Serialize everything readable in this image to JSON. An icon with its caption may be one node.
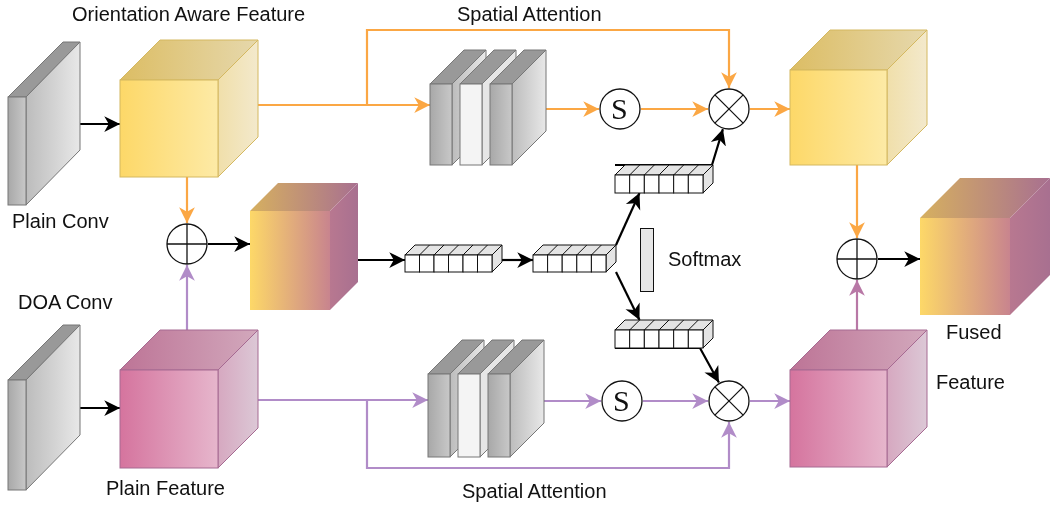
{
  "diagram": {
    "nodes": [
      {
        "text": [
          "Plain Conv"
        ]
      },
      {
        "text": [
          "Orientation Aware Feature"
        ]
      },
      {
        "text": [],
        "shape": "box"
      },
      {
        "text": [
          "S"
        ]
      },
      {
        "text": [],
        "shape": "circle"
      },
      {
        "text": [],
        "shape": "box"
      },
      {
        "text": [],
        "shape": "circle"
      },
      {
        "text": [],
        "shape": "box"
      },
      {
        "text": [],
        "shape": "bar"
      },
      {
        "text": [],
        "shape": "bar"
      },
      {
        "text": [],
        "shape": "bar"
      },
      {
        "text": [],
        "shape": "bar",
        "beside": [
          "Softmax"
        ]
      },
      {
        "text": [],
        "shape": "bar"
      },
      {
        "text": [
          "DOA Conv"
        ]
      },
      {
        "text": [
          "Plain Feature"
        ]
      },
      {
        "text": [],
        "shape": "box"
      },
      {
        "text": [
          "S"
        ]
      },
      {
        "text": [],
        "shape": "circle"
      },
      {
        "text": [],
        "shape": "box"
      },
      {
        "text": [],
        "shape": "circle"
      },
      {
        "text": [
          "Fused",
          "Feature"
        ]
      }
    ],
    "edges": [
      {
        "from": 0,
        "to": 1,
        "arrow": "to"
      },
      {
        "from": 1,
        "to": 6,
        "arrow": "to",
        "color": "#fba744"
      },
      {
        "from": 6,
        "to": 7,
        "arrow": "to"
      },
      {
        "from": 14,
        "to": 6,
        "arrow": "to",
        "color": "#b18cc8"
      },
      {
        "from": 7,
        "to": 8,
        "arrow": "to"
      },
      {
        "from": 8,
        "to": 9,
        "arrow": "to"
      },
      {
        "from": 9,
        "to": 10,
        "arrow": "to"
      },
      {
        "from": 9,
        "to": 12,
        "arrow": "to"
      },
      {
        "from": 10,
        "to": 4,
        "arrow": "to"
      },
      {
        "from": 12,
        "to": 17,
        "arrow": "to"
      },
      {
        "from": 1,
        "to": 2,
        "arrow": "to",
        "color": "#fba744"
      },
      {
        "from": 1,
        "to": 4,
        "arrow": "to",
        "label": "Spatial Attention",
        "color": "#fba744"
      },
      {
        "from": 2,
        "to": 3,
        "arrow": "to",
        "color": "#fba744"
      },
      {
        "from": 3,
        "to": 4,
        "arrow": "to",
        "color": "#fba744"
      },
      {
        "from": 4,
        "to": 5,
        "arrow": "to",
        "color": "#fba744"
      },
      {
        "from": 5,
        "to": 19,
        "arrow": "to",
        "color": "#fba744"
      },
      {
        "from": 13,
        "to": 14,
        "arrow": "to"
      },
      {
        "from": 14,
        "to": 15,
        "arrow": "to",
        "color": "#b18cc8"
      },
      {
        "from": 14,
        "to": 17,
        "arrow": "to",
        "label": "Spatial Attention",
        "color": "#b18cc8"
      },
      {
        "from": 15,
        "to": 16,
        "arrow": "to",
        "color": "#b18cc8"
      },
      {
        "from": 16,
        "to": 17,
        "arrow": "to",
        "color": "#b18cc8"
      },
      {
        "from": 17,
        "to": 18,
        "arrow": "to",
        "color": "#b18cc8"
      },
      {
        "from": 18,
        "to": 19,
        "arrow": "to",
        "color": "#b878a6"
      },
      {
        "from": 19,
        "to": 20,
        "arrow": "to"
      }
    ]
  }
}
